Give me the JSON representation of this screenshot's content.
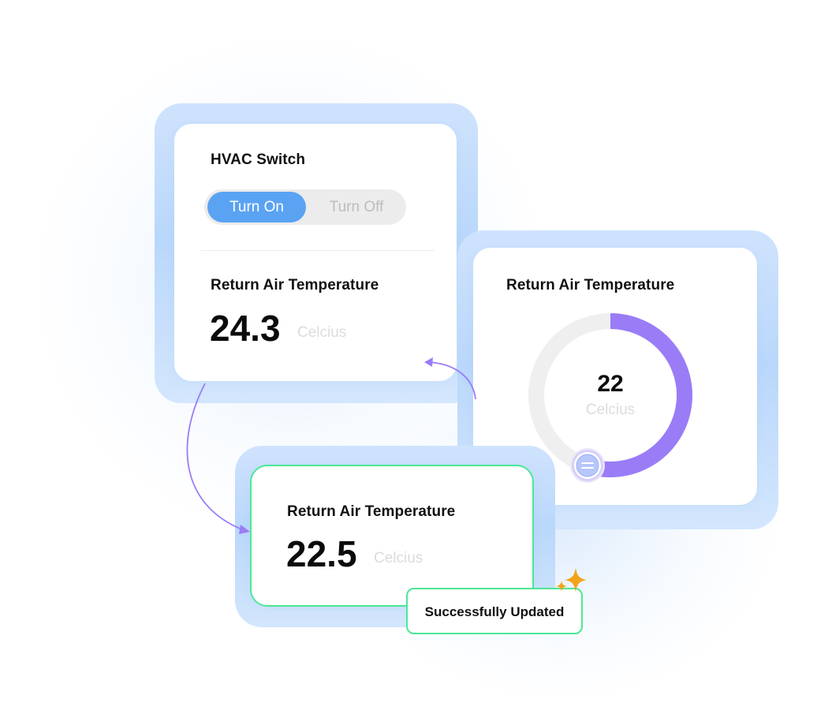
{
  "hvac_card": {
    "switch_title": "HVAC Switch",
    "turn_on_label": "Turn On",
    "turn_off_label": "Turn Off",
    "temp_title": "Return Air Temperature",
    "temp_value": "24.3",
    "temp_unit": "Celcius"
  },
  "gauge_card": {
    "title": "Return Air Temperature",
    "value": "22",
    "unit": "Celcius",
    "gauge_fraction": 0.55,
    "track_color": "#efefef",
    "arc_color": "#9a7cf7",
    "handle_icon": "drag-handle-icon"
  },
  "updated_card": {
    "title": "Return Air Temperature",
    "value": "22.5",
    "unit": "Celcius",
    "border_color": "#4be896"
  },
  "toast": {
    "message": "Successfully Updated",
    "icon": "sparkle-icon",
    "icon_color": "#f3a21a"
  },
  "colors": {
    "accent_blue": "#5aa3f2",
    "frame_blue": "#c6ddfb",
    "arrow_purple": "#9a7cf7",
    "success_green": "#4be896"
  }
}
